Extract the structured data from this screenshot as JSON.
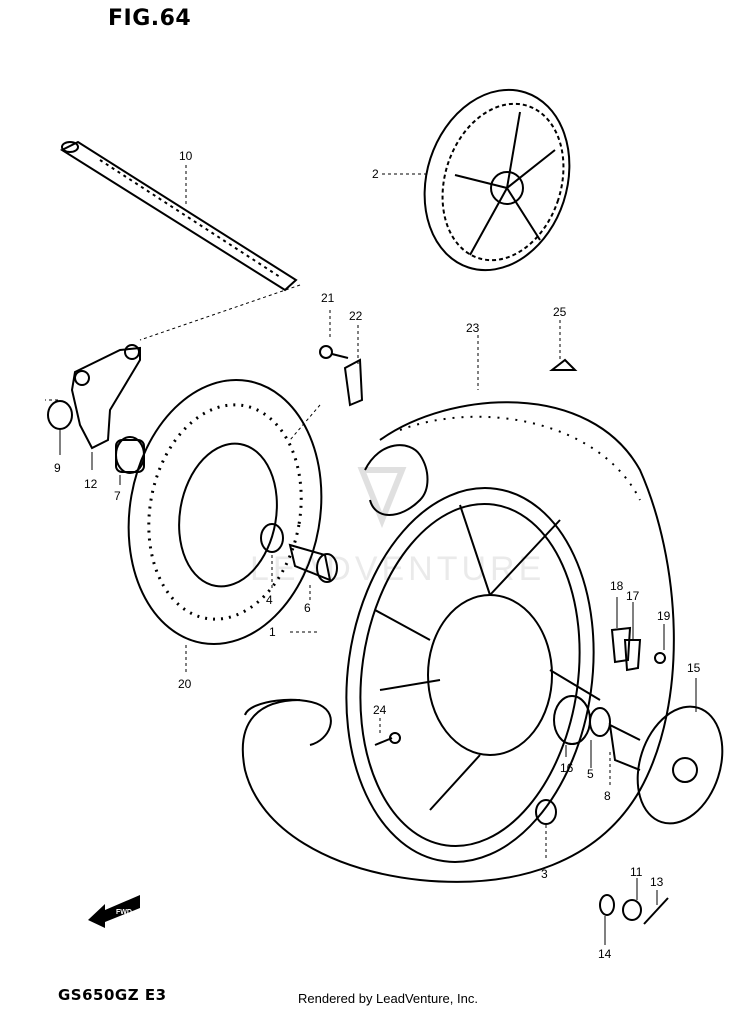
{
  "figure": {
    "title": "FIG.64",
    "model": "GS650GZ  E3"
  },
  "footer": {
    "credit": "Rendered by LeadVenture, Inc."
  },
  "watermark": {
    "text": "LEADVENTURE"
  },
  "fwd_label": "FWD",
  "callouts": [
    {
      "id": "c1",
      "label": "1"
    },
    {
      "id": "c2",
      "label": "2"
    },
    {
      "id": "c3",
      "label": "3"
    },
    {
      "id": "c4",
      "label": "4"
    },
    {
      "id": "c5",
      "label": "5"
    },
    {
      "id": "c6",
      "label": "6"
    },
    {
      "id": "c7",
      "label": "7"
    },
    {
      "id": "c8",
      "label": "8"
    },
    {
      "id": "c9",
      "label": "9"
    },
    {
      "id": "c10",
      "label": "10"
    },
    {
      "id": "c11",
      "label": "11"
    },
    {
      "id": "c12",
      "label": "12"
    },
    {
      "id": "c13",
      "label": "13"
    },
    {
      "id": "c14",
      "label": "14"
    },
    {
      "id": "c15",
      "label": "15"
    },
    {
      "id": "c16",
      "label": "16"
    },
    {
      "id": "c17",
      "label": "17"
    },
    {
      "id": "c18",
      "label": "18"
    },
    {
      "id": "c19",
      "label": "19"
    },
    {
      "id": "c20",
      "label": "20"
    },
    {
      "id": "c21",
      "label": "21"
    },
    {
      "id": "c22",
      "label": "22"
    },
    {
      "id": "c23",
      "label": "23"
    },
    {
      "id": "c24",
      "label": "24"
    },
    {
      "id": "c25",
      "label": "25"
    }
  ]
}
